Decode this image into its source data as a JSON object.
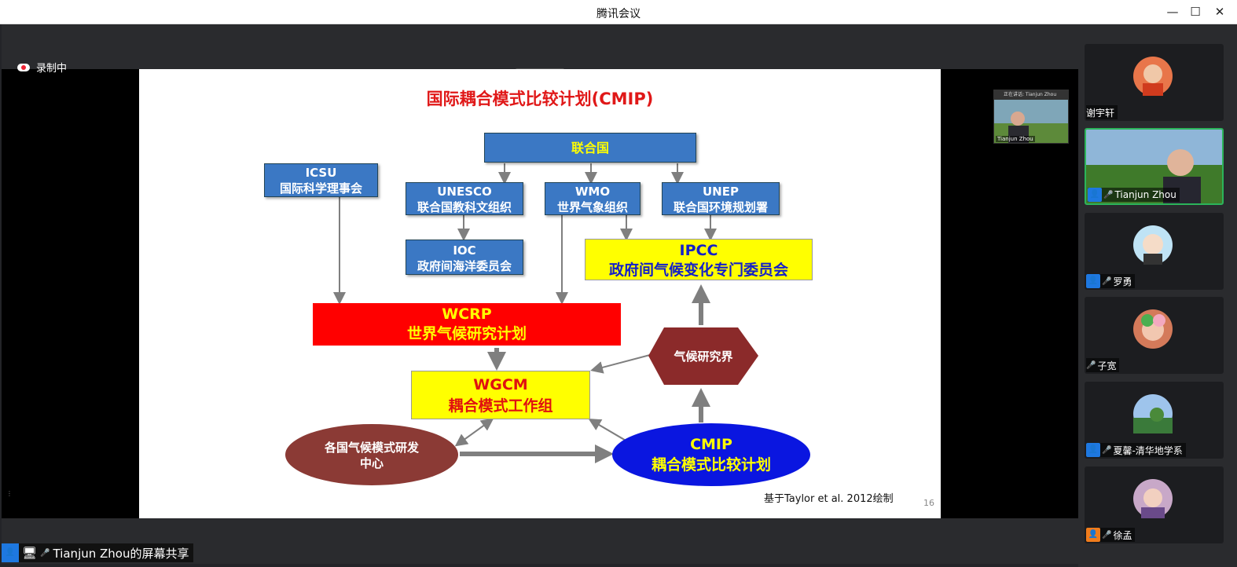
{
  "window": {
    "title": "腾讯会议",
    "min": "—",
    "max": "☐",
    "close": "✕"
  },
  "recording": {
    "label": "录制中"
  },
  "slide": {
    "title": "国际耦合模式比较计划(CMIP)",
    "un": "联合国",
    "icsu": {
      "line1": "ICSU",
      "line2": "国际科学理事会"
    },
    "unesco": {
      "line1": "UNESCO",
      "line2": "联合国教科文组织"
    },
    "wmo": {
      "line1": "WMO",
      "line2": "世界气象组织"
    },
    "unep": {
      "line1": "UNEP",
      "line2": "联合国环境规划署"
    },
    "ioc": {
      "line1": "IOC",
      "line2": "政府间海洋委员会"
    },
    "ipcc": {
      "line1": "IPCC",
      "line2": "政府间气候变化专门委员会"
    },
    "wcrp": {
      "line1": "WCRP",
      "line2": "世界气候研究计划"
    },
    "wgcm": {
      "line1": "WGCM",
      "line2": "耦合模式工作组"
    },
    "climate_community": "气候研究界",
    "centers": {
      "line1": "各国气候模式研发",
      "line2": "中心"
    },
    "cmip": {
      "line1": "CMIP",
      "line2": "耦合模式比较计划"
    },
    "credit": "基于Taylor et al. 2012绘制",
    "page": "16"
  },
  "pip": {
    "top": "正在讲话: Tianjun Zhou",
    "name": "Tianjun Zhou"
  },
  "participants": [
    {
      "name": "谢宇轩",
      "badge": false,
      "mic": "none"
    },
    {
      "name": "Tianjun Zhou",
      "badge": true,
      "mic": "on"
    },
    {
      "name": "罗勇",
      "badge": true,
      "mic": "muted"
    },
    {
      "name": "子宽",
      "badge": false,
      "mic": "muted"
    },
    {
      "name": "夏馨-清华地学系",
      "badge": true,
      "mic": "muted"
    },
    {
      "name": "徐孟",
      "badge": true,
      "mic": "muted"
    }
  ],
  "sharebar": {
    "label": "Tianjun Zhou的屏幕共享"
  }
}
